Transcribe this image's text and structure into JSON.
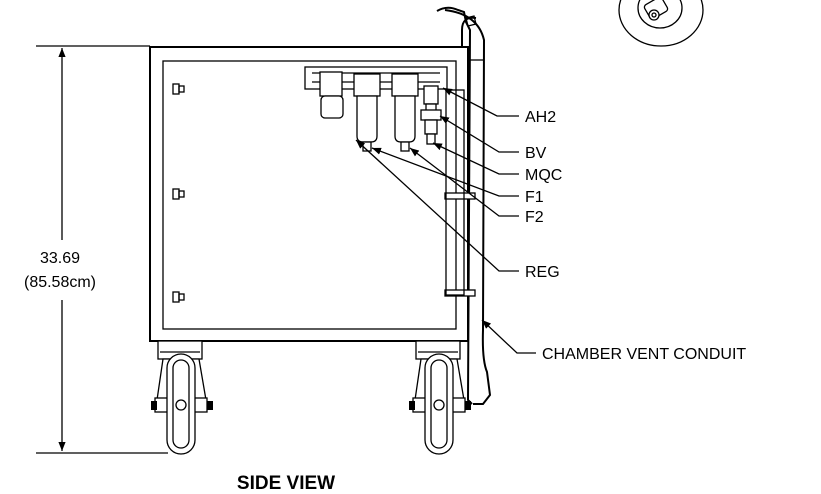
{
  "dimension": {
    "value": "33.69",
    "metric": "(85.58cm)"
  },
  "callouts": {
    "ah2": "AH2",
    "bv": "BV",
    "mqc": "MQC",
    "f1": "F1",
    "f2": "F2",
    "reg": "REG",
    "conduit": "CHAMBER VENT CONDUIT"
  },
  "view_title": "SIDE VIEW"
}
